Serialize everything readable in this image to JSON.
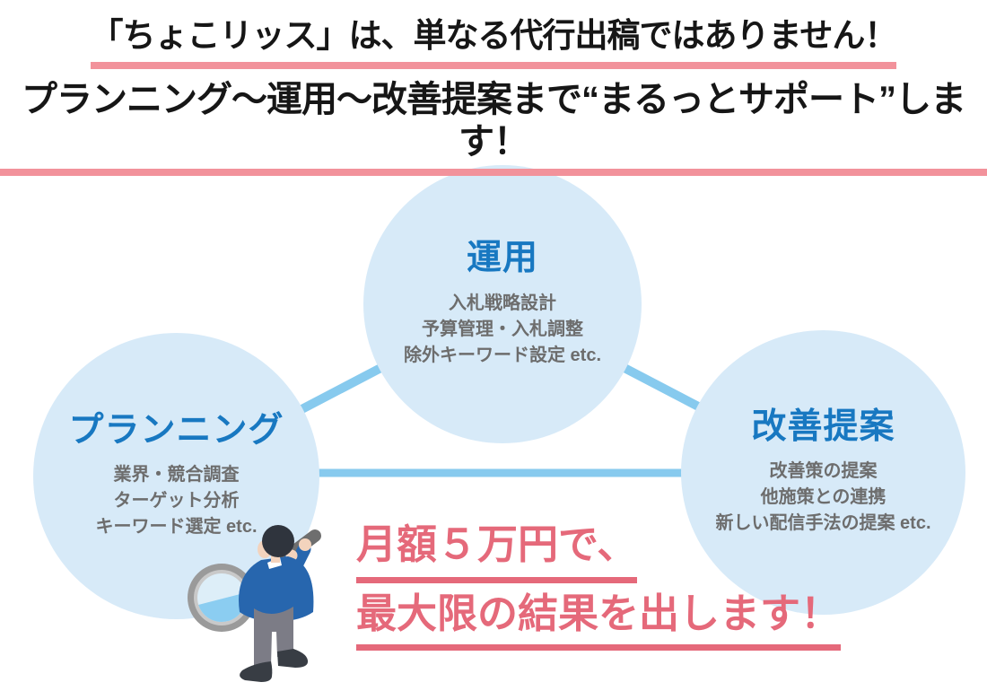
{
  "header": {
    "line1": "「ちょこリッス」は、単なる代行出稿ではありません！",
    "line2": "プランニング〜運用〜改善提案まで“まるっとサポート”します！"
  },
  "circles": [
    {
      "title": "運用",
      "items": [
        "入札戦略設計",
        "予算管理・入札調整",
        "除外キーワード設定 etc."
      ]
    },
    {
      "title": "プランニング",
      "items": [
        "業界・競合調査",
        "ターゲット分析",
        "キーワード選定 etc."
      ]
    },
    {
      "title": "改善提案",
      "items": [
        "改善策の提案",
        "他施策との連携",
        "新しい配信手法の提案 etc."
      ]
    }
  ],
  "callout": {
    "line1": "月額５万円で、",
    "line2": "最大限の結果を出します！"
  },
  "illustration": {
    "name": "person-with-magnifying-glass"
  },
  "colors": {
    "headline_text": "#161616",
    "underline_pink": "#f2929b",
    "callout_pink": "#e5697a",
    "circle_fill": "#d7eaf8",
    "circle_title_blue": "#1878c1",
    "circle_body_gray": "#6d6d6d",
    "connector_blue": "#87caee"
  }
}
